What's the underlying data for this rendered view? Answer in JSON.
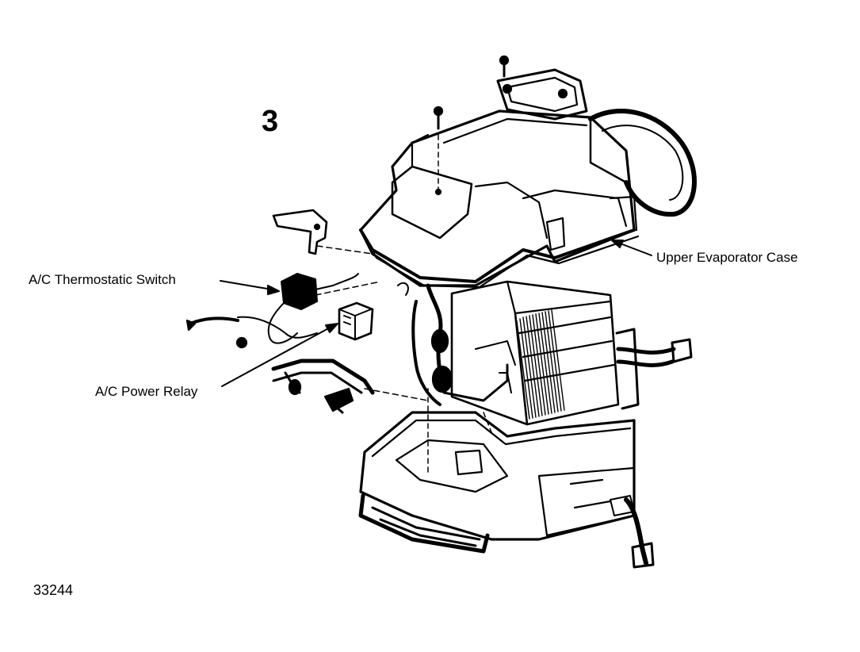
{
  "diagram": {
    "step_number": "3",
    "figure_number": "33244",
    "labels": {
      "upper_evaporator_case": "Upper Evaporator Case",
      "thermostatic_switch": "A/C Thermostatic Switch",
      "power_relay": "A/C Power Relay"
    },
    "colors": {
      "ink": "#000000",
      "paper": "#ffffff"
    }
  }
}
